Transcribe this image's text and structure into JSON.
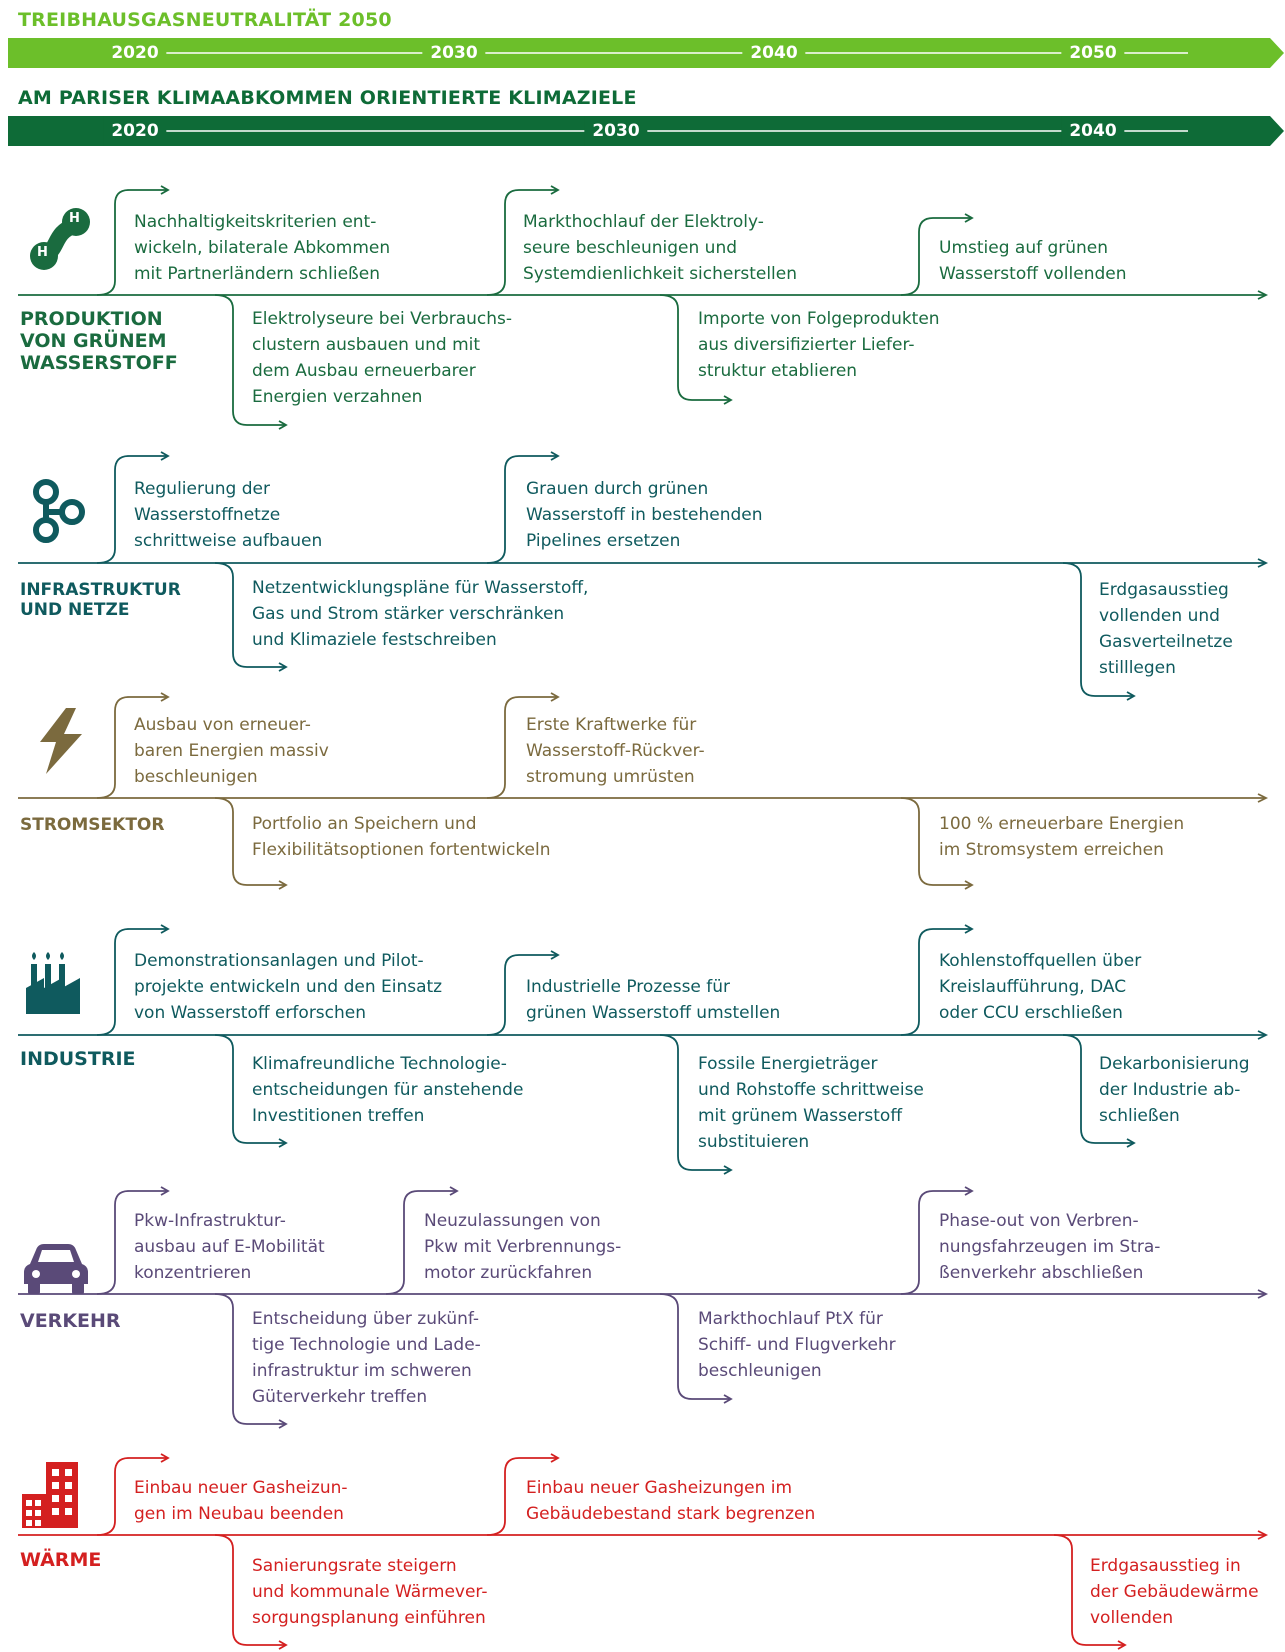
{
  "header": {
    "title1": "TREIBHAUSGASNEUTRALITÄT 2050",
    "years1": [
      "2020",
      "2030",
      "2040",
      "2050"
    ],
    "title2": "AM PARISER KLIMAABKOMMEN ORIENTIERTE KLIMAZIELE",
    "years2": [
      "2020",
      "2030",
      "2040"
    ],
    "color1": "#6cbf2a",
    "color2": "#0e6b37"
  },
  "sectors": [
    {
      "name": "PRODUKTION\nVON GRÜNEM\nWASSERSTOFF",
      "color": "#1a6b3f",
      "icon": "hydrogen-molecule-icon",
      "icon_letters": [
        "H",
        "H"
      ],
      "upper": [
        "Nachhaltigkeitskriterien ent-\nwickeln, bilaterale Abkommen\nmit Partnerländern schließen",
        "Markthochlauf der Elektroly-\nseure beschleunigen und\nSystemdienlichkeit sicherstellen",
        "Umstieg auf grünen\nWasserstoff vollenden"
      ],
      "lower": [
        "Elektrolyseure bei Verbrauchs-\nclustern ausbauen und mit\ndem Ausbau erneuerbarer\nEnergien verzahnen",
        "Importe von Folgeprodukten\naus diversifizierter Liefer-\nstruktur etablieren"
      ]
    },
    {
      "name": "INFRASTRUKTUR\nUND NETZE",
      "color": "#0f5a5e",
      "icon": "network-nodes-icon",
      "upper": [
        "Regulierung der\nWasserstoffnetze\nschrittweise aufbauen",
        "Grauen durch grünen\nWasserstoff in bestehenden\nPipelines ersetzen"
      ],
      "lower": [
        "Netzentwicklungspläne für Wasserstoff,\nGas und Strom stärker verschränken\nund Klimaziele festschreiben",
        "Erdgasausstieg\nvollenden und\nGasverteilnetze\nstilllegen"
      ]
    },
    {
      "name": "STROMSEKTOR",
      "color": "#7b6a3e",
      "icon": "lightning-bolt-icon",
      "upper": [
        "Ausbau von erneuer-\nbaren Energien massiv\nbeschleunigen",
        "Erste Kraftwerke für\nWasserstoff-Rückver-\nstromung umrüsten"
      ],
      "lower": [
        "Portfolio an Speichern und\nFlexibilitätsoptionen fortentwickeln",
        "100 % erneuerbare Energien\nim Stromsystem erreichen"
      ]
    },
    {
      "name": "INDUSTRIE",
      "color": "#0f5a5e",
      "icon": "factory-icon",
      "upper": [
        "Demonstrationsanlagen und Pilot-\nprojekte entwickeln und den Einsatz\nvon Wasserstoff erforschen",
        "Industrielle Prozesse für\ngrünen Wasserstoff umstellen",
        "Kohlenstoffquellen über\nKreislaufführung, DAC\noder CCU erschließen"
      ],
      "lower": [
        "Klimafreundliche Technologie-\nentscheidungen für anstehende\nInvestitionen treffen",
        "Fossile Energieträger\nund Rohstoffe schrittweise\nmit grünem Wasserstoff\nsubstituieren",
        "Dekarbonisierung\nder Industrie ab-\nschließen"
      ]
    },
    {
      "name": "VERKEHR",
      "color": "#5a4a78",
      "icon": "car-icon",
      "upper": [
        "Pkw-Infrastruktur-\nausbau auf E-Mobilität\nkonzentrieren",
        "Neuzulassungen von\nPkw mit Verbrennungs-\nmotor zurückfahren",
        "Phase-out von Verbren-\nnungsfahrzeugen im Stra-\nßenverkehr abschließen"
      ],
      "lower": [
        "Entscheidung über zukünf-\ntige Technologie und Lade-\ninfrastruktur im schweren\nGüterverkehr treffen",
        "Markthochlauf PtX für\nSchiff- und Flugverkehr\nbeschleunigen"
      ]
    },
    {
      "name": "WÄRME",
      "color": "#d42020",
      "icon": "buildings-icon",
      "upper": [
        "Einbau neuer Gasheizun-\ngen im Neubau beenden",
        "Einbau neuer Gasheizungen im\nGebäudebestand stark begrenzen"
      ],
      "lower": [
        "Sanierungsrate steigern\nund kommunale Wärmever-\nsorgungsplanung einführen",
        "Erdgasausstieg in\nder Gebäudewärme\nvollenden"
      ]
    }
  ]
}
